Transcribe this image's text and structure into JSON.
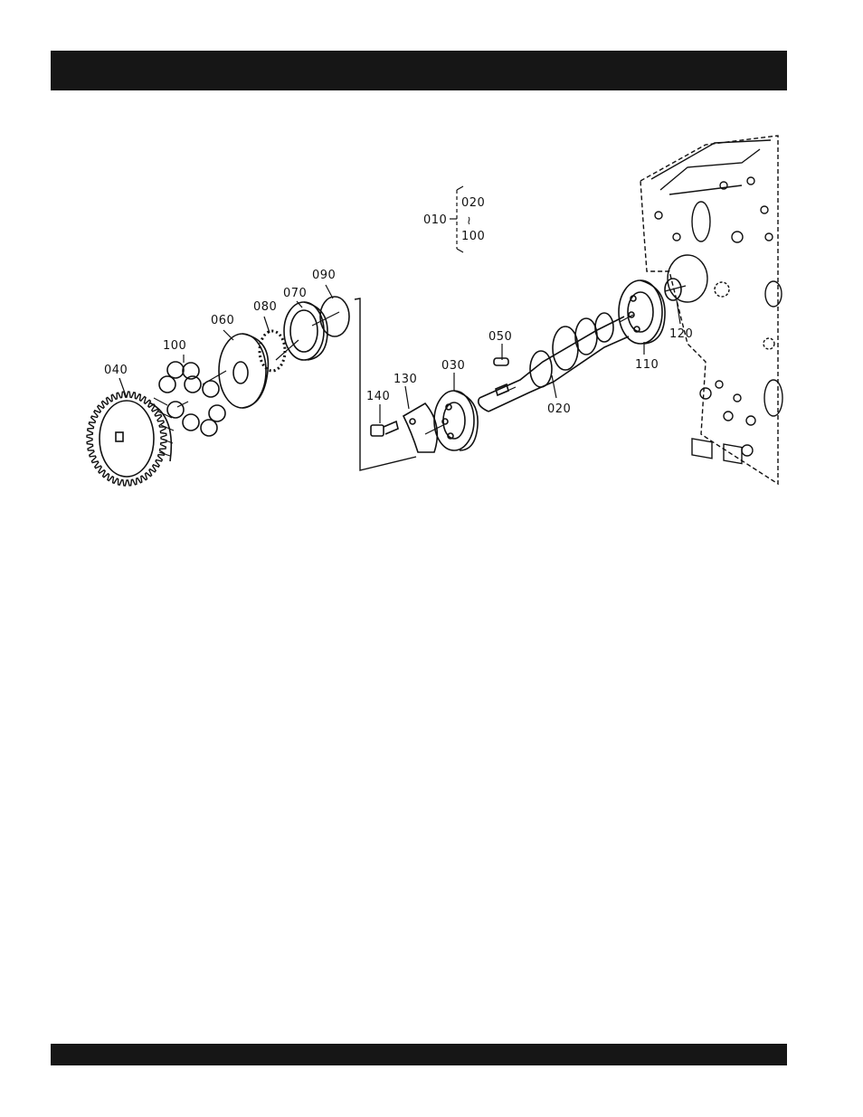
{
  "diagram": {
    "labels": {
      "p010": "010",
      "p020": "020",
      "p030": "030",
      "p040": "040",
      "p050": "050",
      "p060": "060",
      "p070": "070",
      "p080": "080",
      "p090": "090",
      "p100": "100",
      "p110": "110",
      "p120": "120",
      "p130": "130",
      "p140": "140"
    },
    "assembly_bracket": {
      "parent": "010",
      "from": "020",
      "range_symbol": "≀",
      "to": "100"
    }
  }
}
